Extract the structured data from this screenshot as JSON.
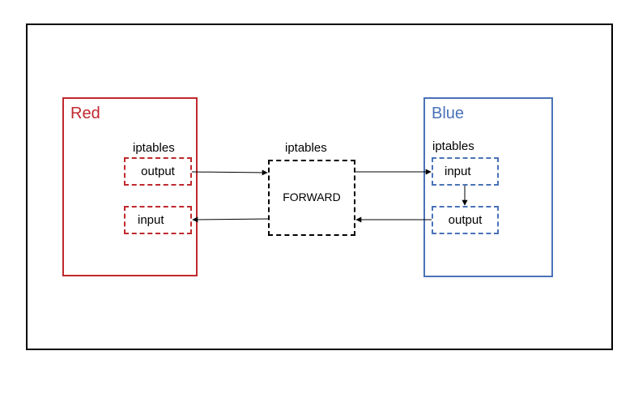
{
  "red": {
    "title": "Red",
    "iptables_label": "iptables",
    "output_label": "output",
    "input_label": "input"
  },
  "blue": {
    "title": "Blue",
    "iptables_label": "iptables",
    "input_label": "input",
    "output_label": "output"
  },
  "forward": {
    "iptables_label": "iptables",
    "label": "FORWARD"
  },
  "colors": {
    "red": "#c0282d",
    "blue": "#4a72b8",
    "black": "#000000"
  }
}
